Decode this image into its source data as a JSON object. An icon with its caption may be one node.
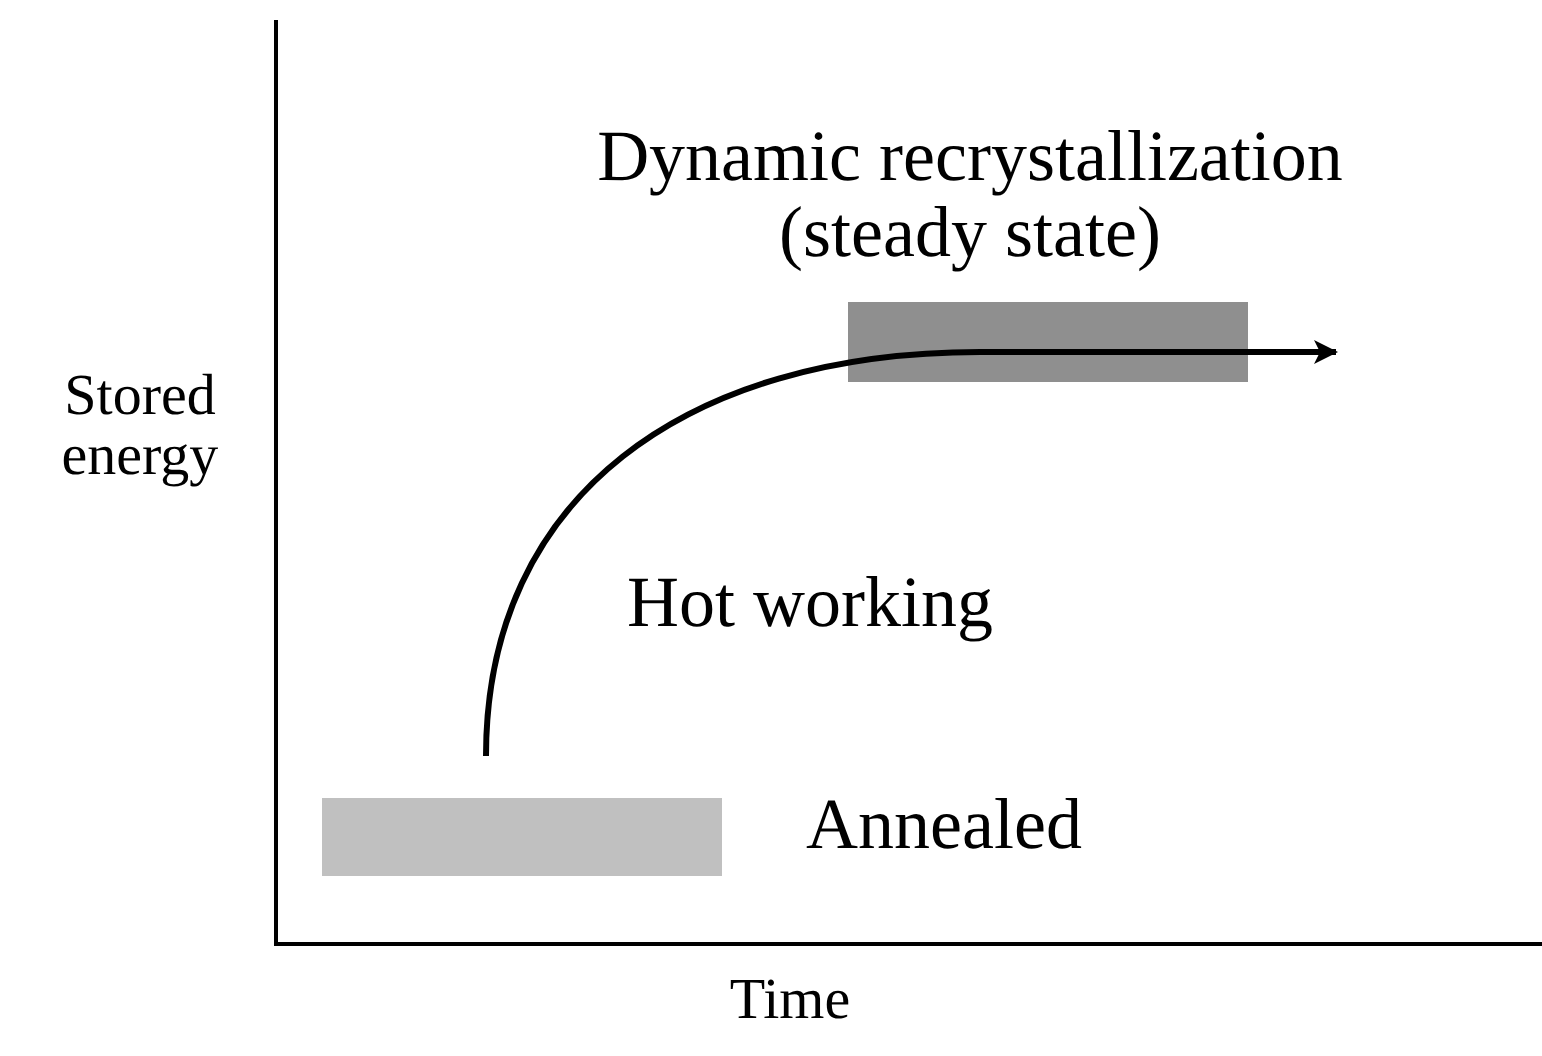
{
  "diagram": {
    "nodes": [
      {
        "text": [],
        "shape": "bar",
        "beside": [
          "Annealed"
        ]
      },
      {
        "text": [],
        "shape": "bar",
        "beside": [
          "Dynamic recrystallization (steady state)"
        ]
      }
    ],
    "labels": [
      "Stored energy",
      "Hot working",
      "Time"
    ]
  }
}
